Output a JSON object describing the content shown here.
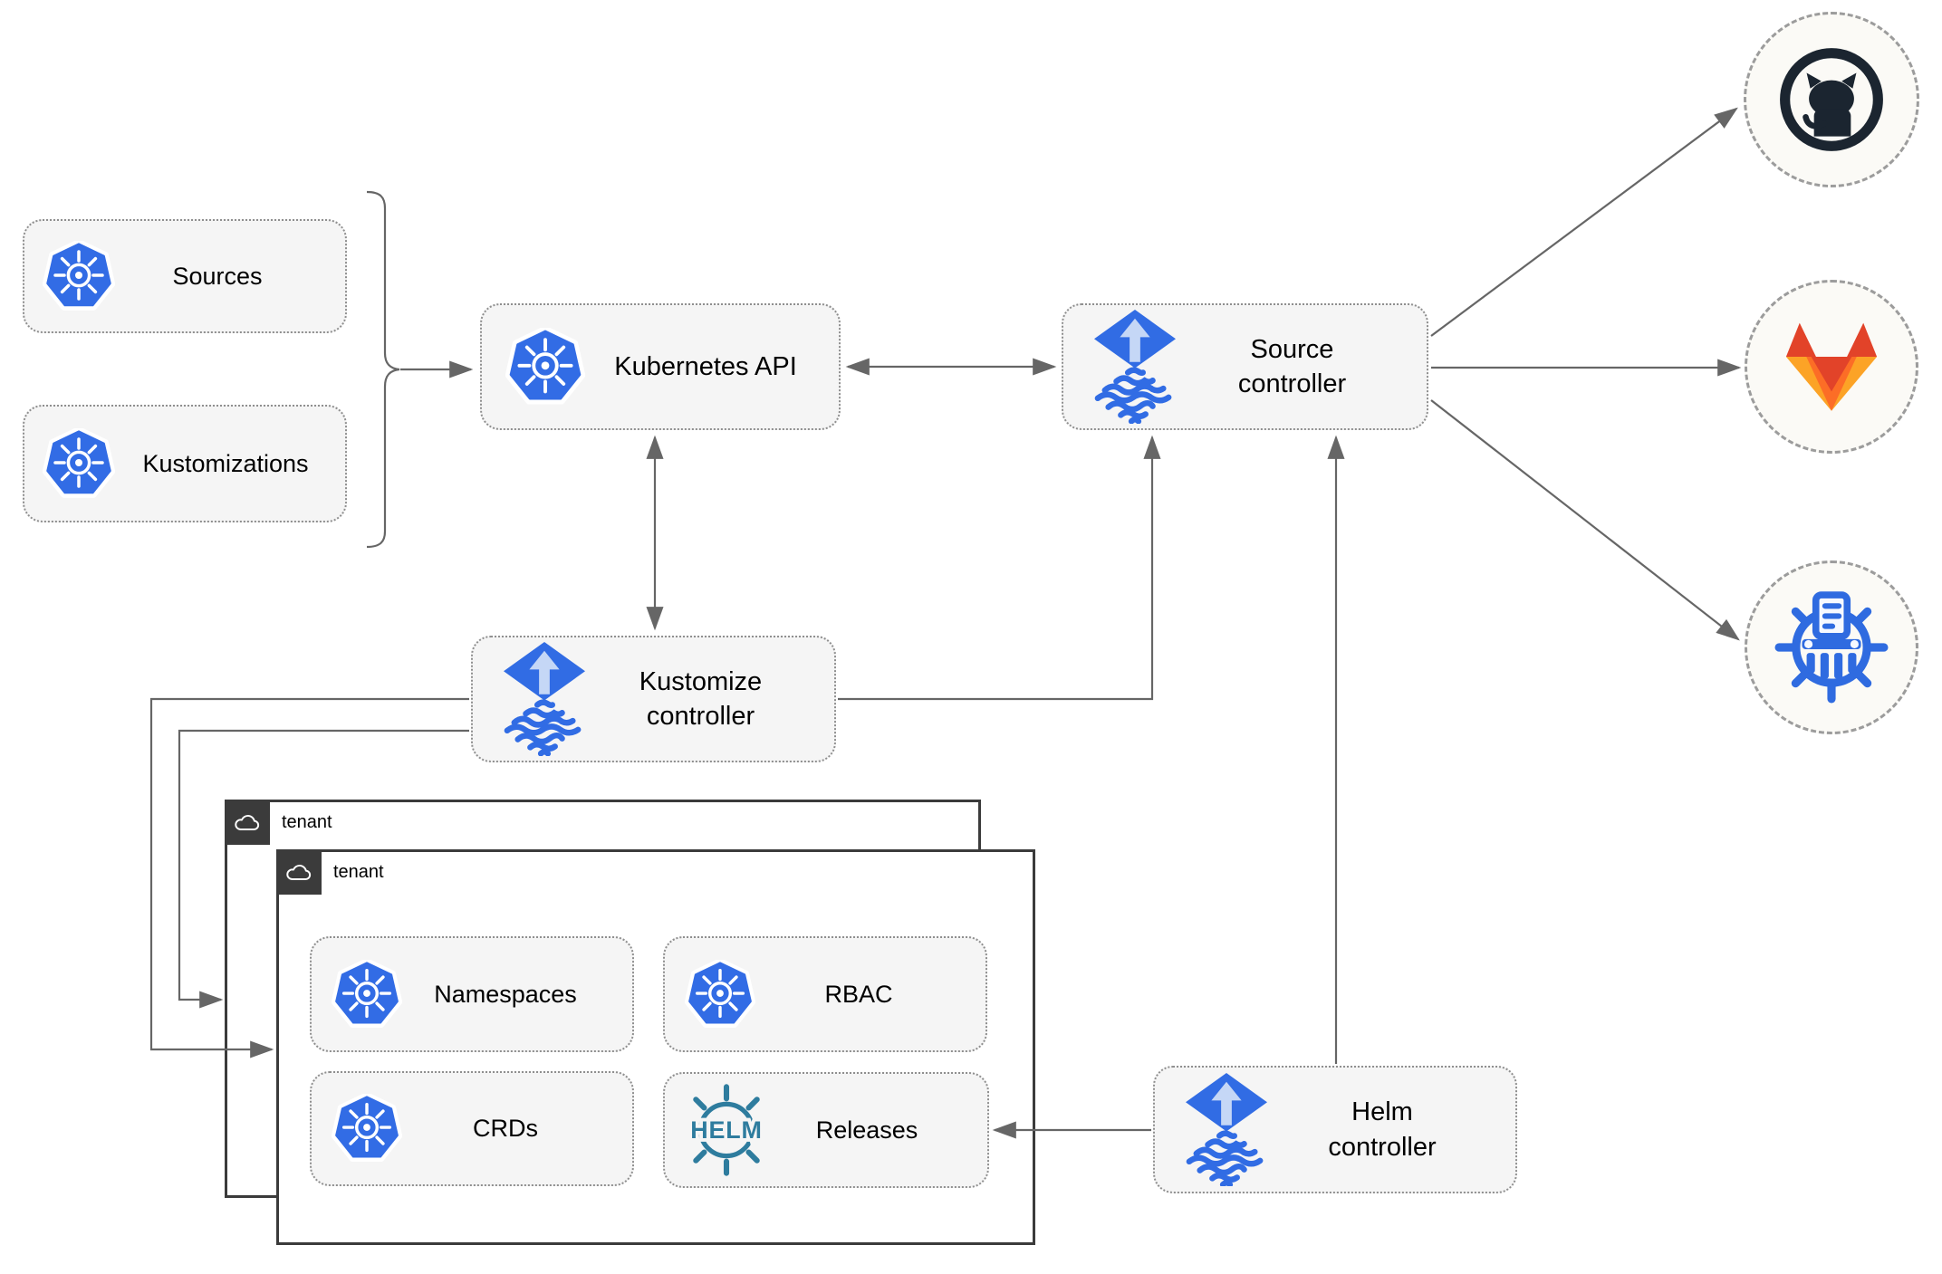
{
  "diagram": "Flux GitOps architecture",
  "colors": {
    "kubernetes_blue": "#326ce5",
    "flux_blue": "#316ce4",
    "flux_arrow_light": "#c5d7f6",
    "helm_teal": "#2e7c9e",
    "github_dark": "#1b2530",
    "gitlab_red": "#e24329",
    "gitlab_orange": "#fc6d26",
    "gitlab_yellow": "#fca326",
    "registry_blue": "#2f6be0",
    "arrow_gray": "#666666",
    "node_fill": "#f5f5f5",
    "tenant_border": "#3b3b3b"
  },
  "nodes": {
    "sources": {
      "label": "Sources"
    },
    "kustomizations": {
      "label": "Kustomizations"
    },
    "kubernetes_api": {
      "label": "Kubernetes API"
    },
    "source_controller": {
      "label": "Source\ncontroller"
    },
    "kustomize_controller": {
      "label": "Kustomize\ncontroller"
    },
    "helm_controller": {
      "label": "Helm\ncontroller"
    },
    "namespaces": {
      "label": "Namespaces"
    },
    "rbac": {
      "label": "RBAC"
    },
    "crds": {
      "label": "CRDs"
    },
    "releases": {
      "label": "Releases"
    }
  },
  "tenants": {
    "back_label": "tenant",
    "front_label": "tenant"
  },
  "icons": {
    "helm_text": "HELM"
  },
  "remotes": [
    {
      "name": "github"
    },
    {
      "name": "gitlab"
    },
    {
      "name": "container-registry"
    }
  ]
}
